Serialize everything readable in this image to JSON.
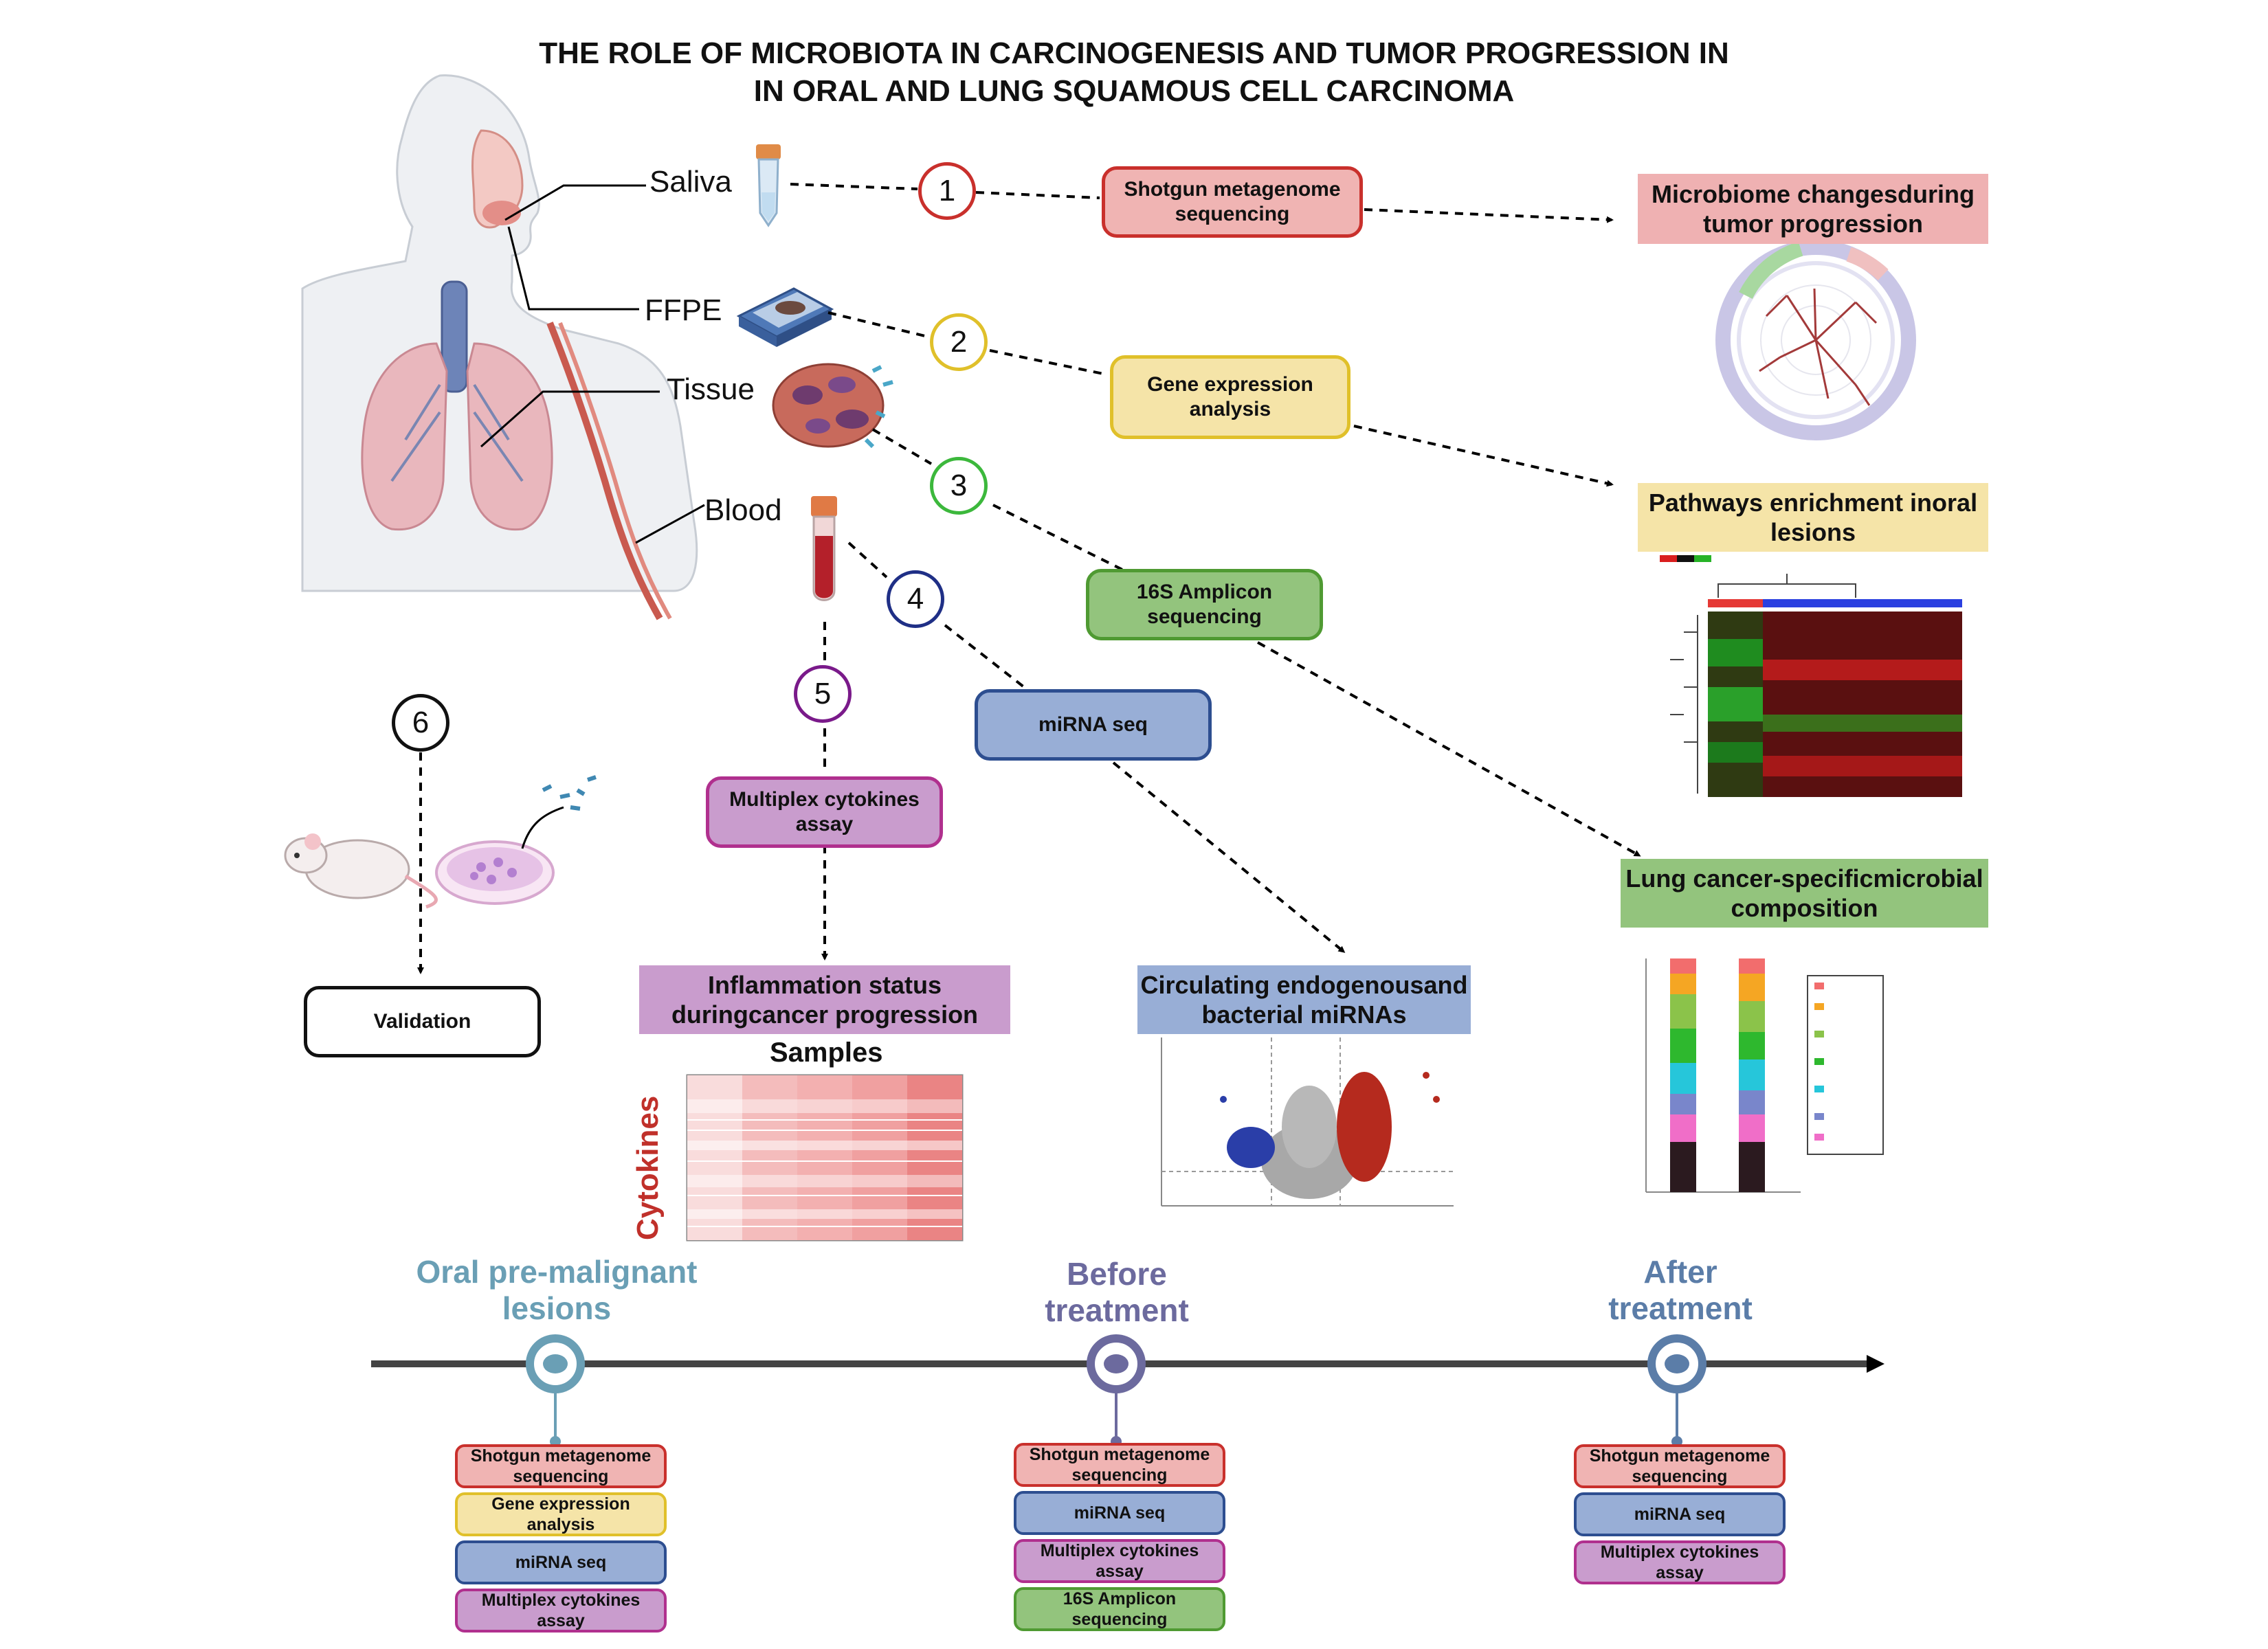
{
  "title": {
    "line1": "THE ROLE OF MICROBIOTA IN CARCINOGENESIS AND TUMOR PROGRESSION IN",
    "line2": "IN ORAL AND LUNG SQUAMOUS CELL CARCINOMA"
  },
  "samples": {
    "saliva": "Saliva",
    "ffpe": "FFPE",
    "tissue": "Tissue",
    "blood": "Blood"
  },
  "steps": [
    "1",
    "2",
    "3",
    "4",
    "5",
    "6"
  ],
  "methods": {
    "shotgun": [
      "Shotgun metagenome",
      "sequencing"
    ],
    "gene": [
      "Gene expression",
      "analysis"
    ],
    "amplicon": [
      "16S Amplicon",
      "sequencing"
    ],
    "mirna": [
      "miRNA seq"
    ],
    "cytokines": [
      "Multiplex cytokines",
      "assay"
    ],
    "validation": [
      "Validation"
    ]
  },
  "outcomes": {
    "microbiome": [
      "Microbiome changes",
      "during tumor progression"
    ],
    "pathways": [
      "Pathways enrichment in",
      "oral lesions"
    ],
    "lung": [
      "Lung cancer-specific",
      "microbial composition"
    ],
    "inflammation": [
      "Inflammation status during",
      "cancer progression"
    ],
    "circulating": [
      "Circulating endogenous",
      "and bacterial miRNAs"
    ]
  },
  "heatmap_labels": {
    "samples": "Samples",
    "cytokines": "Cytokines"
  },
  "timeline": {
    "stage1": [
      "Oral pre-malignant",
      "lesions"
    ],
    "stage2": [
      "Before",
      "treatment"
    ],
    "stage3": [
      "After",
      "treatment"
    ]
  },
  "colors": {
    "red_fill": "#f0b4b3",
    "red_border": "#c9302c",
    "yellow_fill": "#f5e4a8",
    "yellow_border": "#e0c02a",
    "green_fill": "#93c47d",
    "green_border": "#4f9a32",
    "blue_fill": "#98aed6",
    "blue_border": "#2d4e90",
    "purple_fill": "#c99ccd",
    "purple_border": "#b0308e",
    "stage1_text": "#6a9fb5",
    "stage2_text": "#6c6a9e",
    "stage3_text": "#5b7da8"
  },
  "icons": [
    "human-body-icon",
    "saliva-tube-icon",
    "ffpe-block-icon",
    "tissue-cells-icon",
    "blood-tube-icon",
    "mouse-icon",
    "petri-dish-icon",
    "phylogenetic-tree-icon",
    "heatmap-icon",
    "volcano-plot-icon",
    "stacked-bar-icon"
  ]
}
